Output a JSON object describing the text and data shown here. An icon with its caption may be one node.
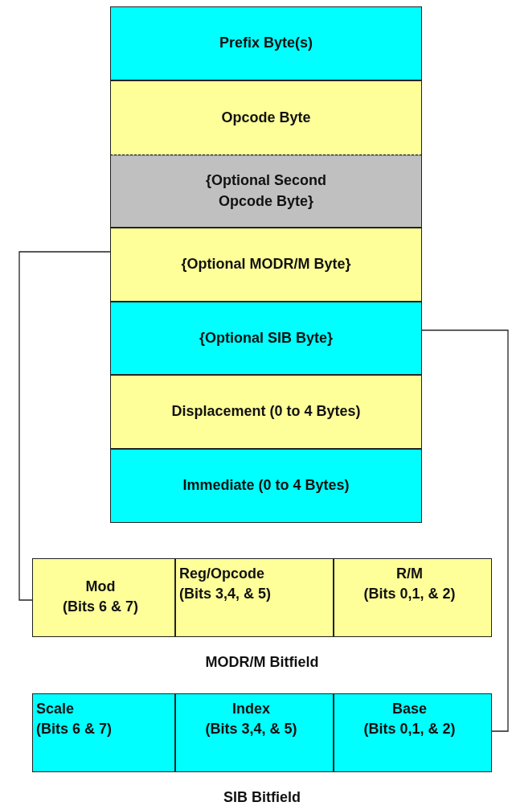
{
  "diagram": {
    "nodes": [
      {
        "text": [
          "Prefix Byte(s)"
        ]
      },
      {
        "text": [
          "Opcode Byte"
        ]
      },
      {
        "text": [
          "{Optional Second Opcode Byte}"
        ]
      },
      {
        "text": [
          "{Optional MODR/M Byte}"
        ]
      },
      {
        "text": [
          "{Optional SIB Byte}"
        ]
      },
      {
        "text": [
          "Displacement (0 to 4 Bytes)"
        ]
      },
      {
        "text": [
          "Immediate (0 to 4 Bytes)"
        ]
      },
      {
        "text": [
          "MODR/M Bitfield"
        ]
      },
      {
        "text": [
          "Mod",
          "(Bits 6 & 7)"
        ],
        "in": 7
      },
      {
        "text": [
          "Reg/Opcode",
          "(Bits 3,4, & 5)"
        ],
        "in": 7
      },
      {
        "text": [
          "R/M",
          "(Bits 0,1, & 2)"
        ],
        "in": 7
      },
      {
        "text": [
          "SIB Bitfield"
        ]
      },
      {
        "text": [
          "Scale",
          "(Bits 6 & 7)"
        ],
        "in": 11
      },
      {
        "text": [
          "Index",
          "(Bits 3,4, & 5)"
        ],
        "in": 11
      },
      {
        "text": [
          "Base",
          "(Bits 0,1, & 2)"
        ],
        "in": 11
      }
    ],
    "edges": [
      {
        "from": 3,
        "to": 8,
        "arrow": "none"
      },
      {
        "from": 4,
        "to": 14,
        "arrow": "none"
      }
    ]
  }
}
